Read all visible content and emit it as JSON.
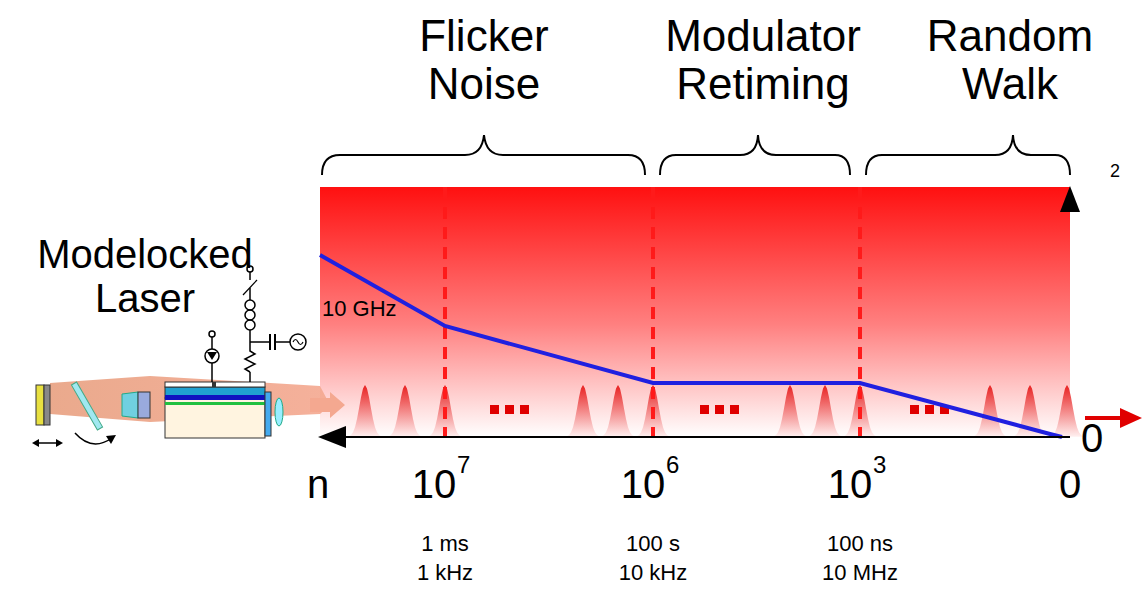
{
  "diagram": {
    "labels": [
      "Flicker Noise",
      "Modulator Retiming",
      "Random Walk",
      "Modelocked Laser",
      "10 GHz",
      "2",
      "0",
      "n",
      "10",
      "7",
      "10",
      "6",
      "10",
      "3",
      "0",
      "1 ms",
      "1 kHz",
      "100 s",
      "10 kHz",
      "100 ns",
      "10 MHz"
    ]
  }
}
